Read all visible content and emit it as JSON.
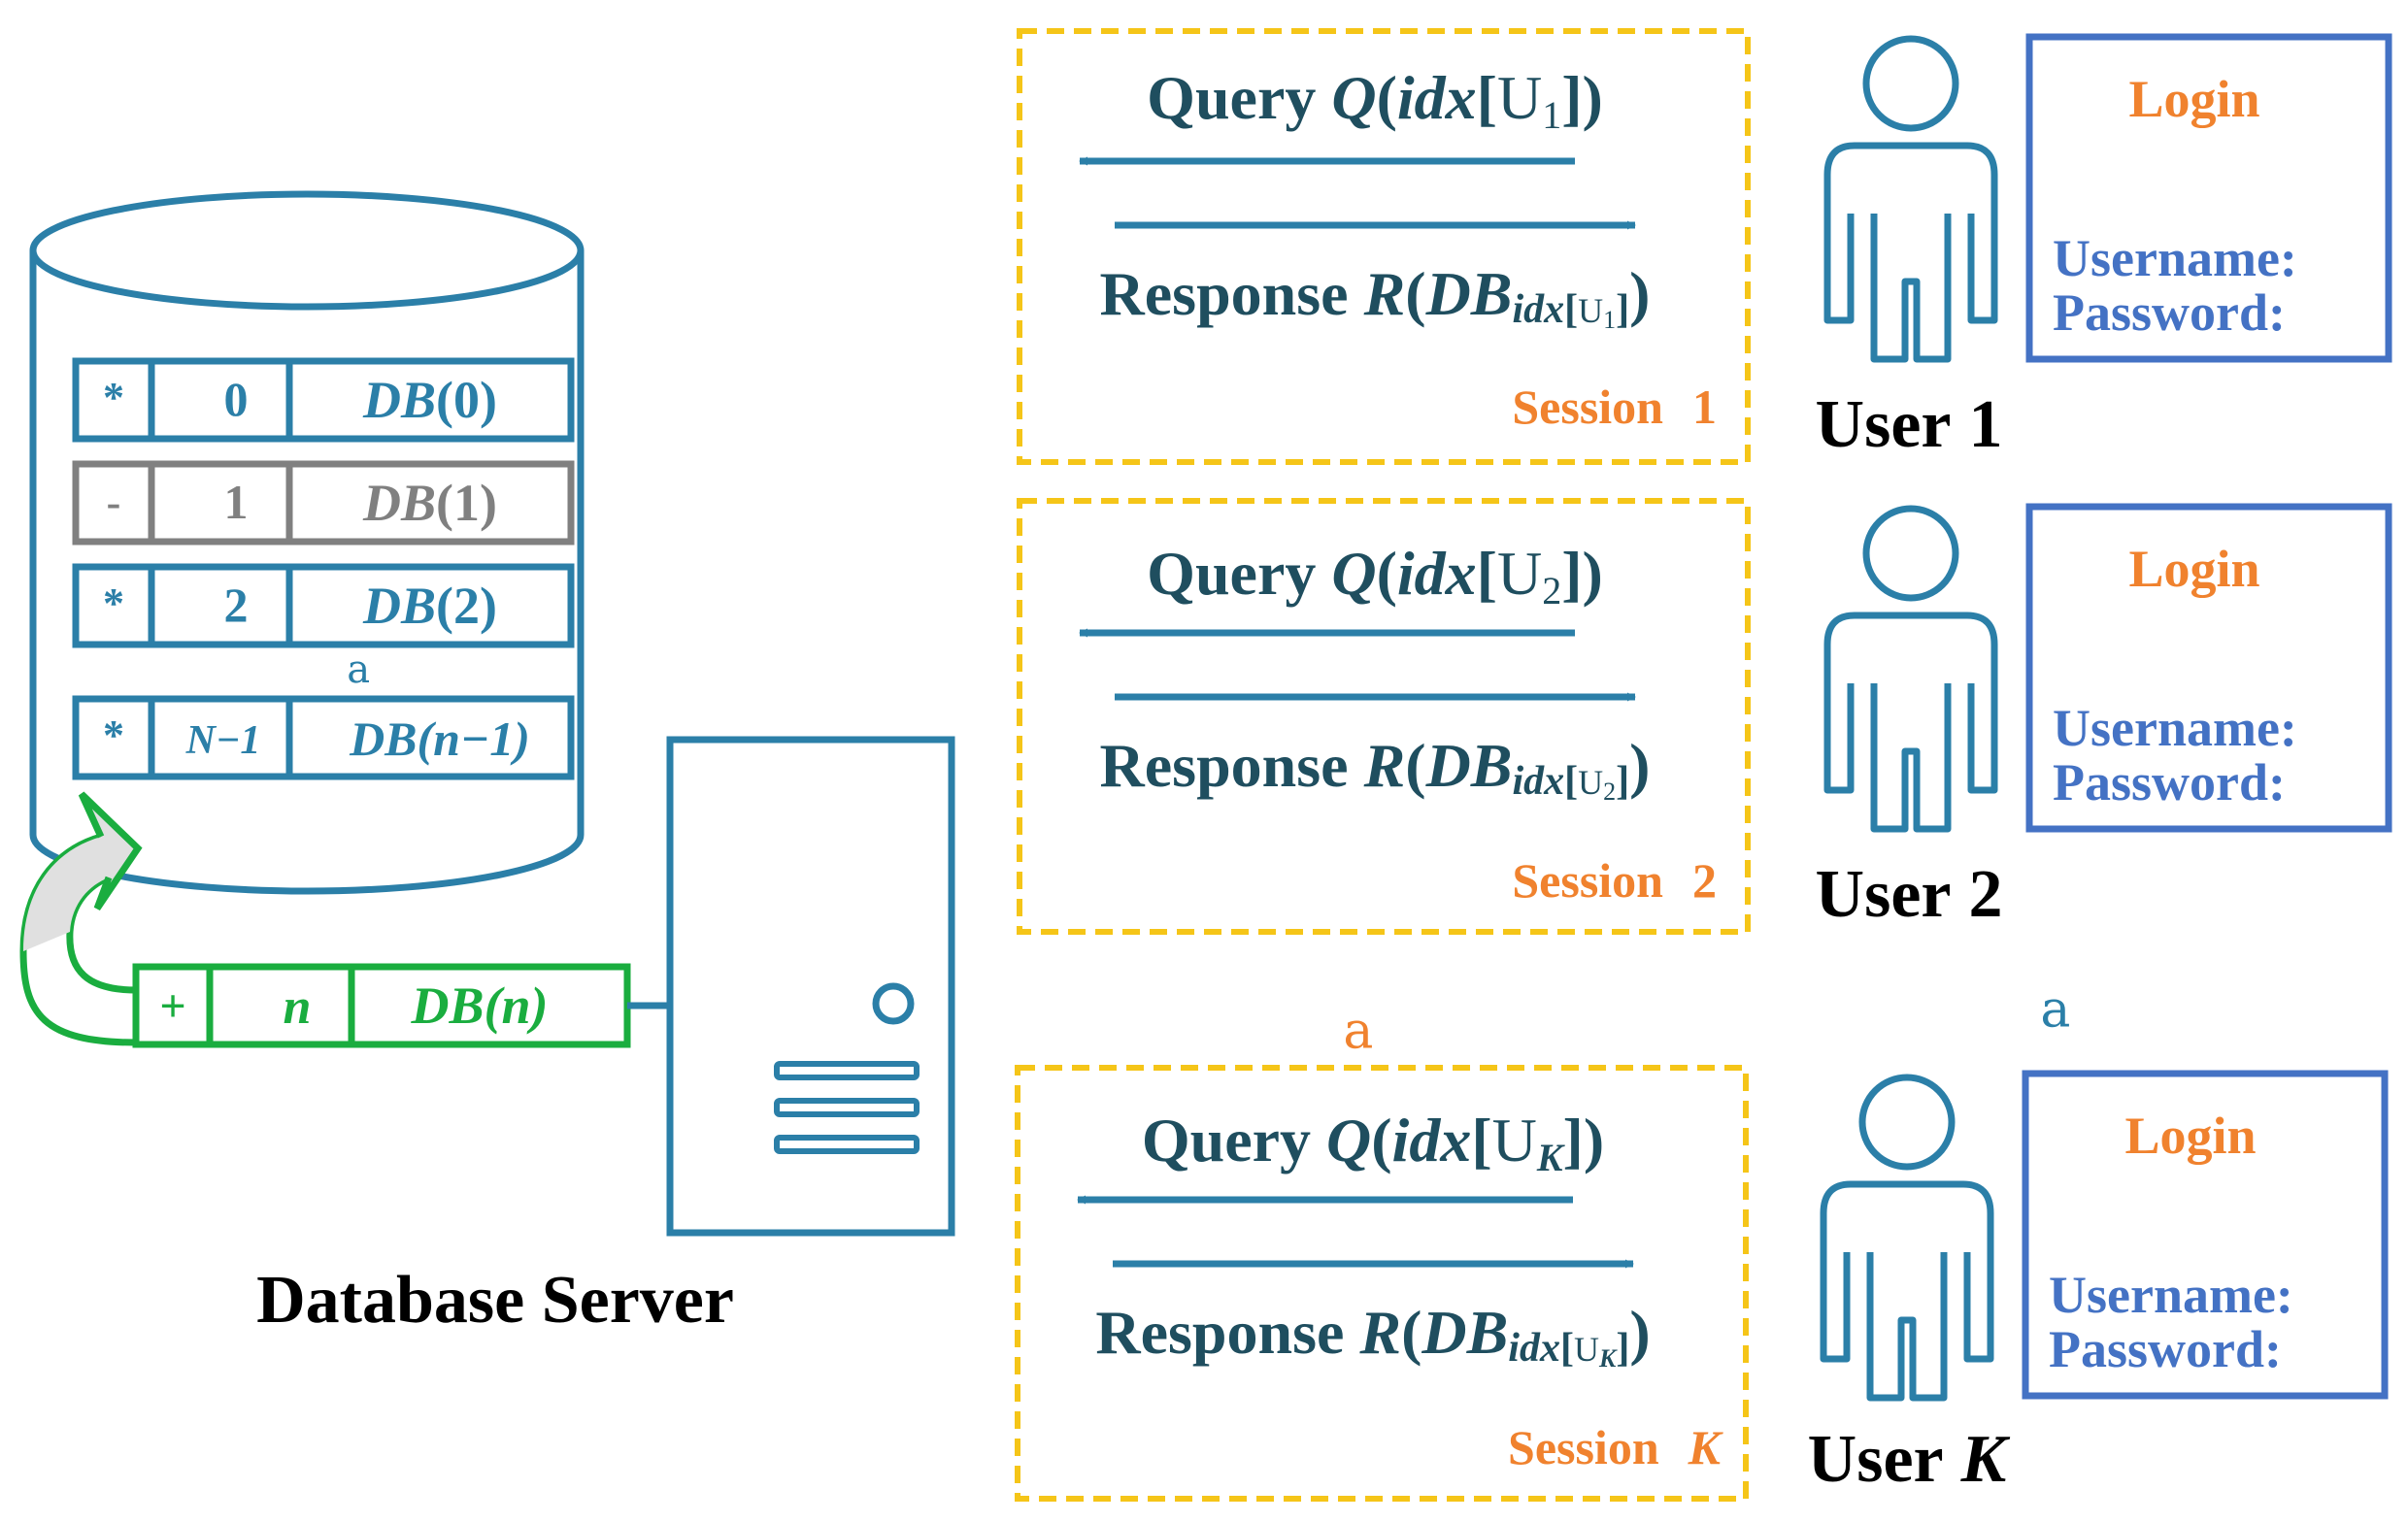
{
  "colors": {
    "blue": "#2b7fa8",
    "dark_text": "#1f4e5f",
    "gray": "#808080",
    "green": "#1aad3f",
    "orange": "#f0822e",
    "gold": "#f5c518",
    "login_blue": "#4472c4",
    "black": "#000000"
  },
  "database": {
    "rows": [
      {
        "flag": "*",
        "index": "0",
        "db_name": "DB",
        "db_arg": "(0)",
        "state": "active"
      },
      {
        "flag": "-",
        "index": "1",
        "db_name": "DB",
        "db_arg": "(1)",
        "state": "deleted"
      },
      {
        "flag": "*",
        "index": "2",
        "db_name": "DB",
        "db_arg": "(2)",
        "state": "active"
      },
      {
        "flag": "*",
        "index": "N−1",
        "db_name": "DB",
        "db_arg": "(n−1)",
        "state": "active"
      }
    ],
    "ellipsis": "ɐ",
    "new_row": {
      "flag": "+",
      "index": "n",
      "db_name": "DB",
      "db_arg": "(n)"
    },
    "server_label": "Database Server"
  },
  "sessions": [
    {
      "query_word": "Query ",
      "query_fn": "Q",
      "query_idx": "idx",
      "query_user": "U",
      "query_sub": "1",
      "response_word": "Response ",
      "response_fn": "R",
      "response_db": "DB",
      "response_idx": "idx",
      "response_user": "U",
      "response_sub": "1",
      "session_word": "Session",
      "session_num": "1",
      "user_word": "User",
      "user_num": "1",
      "login_title": "Login",
      "username_label": "Username:",
      "password_label": "Password:"
    },
    {
      "query_word": "Query ",
      "query_fn": "Q",
      "query_idx": "idx",
      "query_user": "U",
      "query_sub": "2",
      "response_word": "Response ",
      "response_fn": "R",
      "response_db": "DB",
      "response_idx": "idx",
      "response_user": "U",
      "response_sub": "2",
      "session_word": "Session",
      "session_num": "2",
      "user_word": "User",
      "user_num": "2",
      "login_title": "Login",
      "username_label": "Username:",
      "password_label": "Password:"
    },
    {
      "query_word": "Query ",
      "query_fn": "Q",
      "query_idx": "idx",
      "query_user": "U",
      "query_sub": "K",
      "response_word": "Response ",
      "response_fn": "R",
      "response_db": "DB",
      "response_idx": "idx",
      "response_user": "U",
      "response_sub": "K",
      "session_word": "Session",
      "session_num": "K",
      "user_word": "User",
      "user_num": "K",
      "login_title": "Login",
      "username_label": "Username:",
      "password_label": "Password:"
    }
  ],
  "session_ellipsis": "ɐ",
  "user_ellipsis": "ɐ"
}
